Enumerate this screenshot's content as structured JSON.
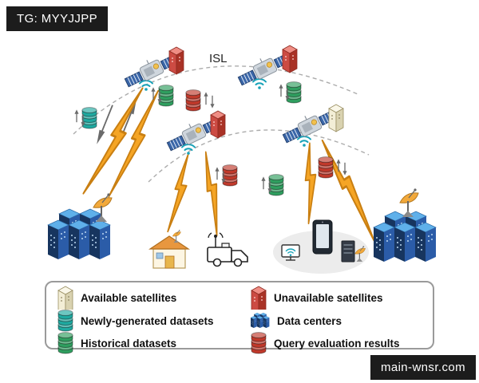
{
  "tags": {
    "top_left": "TG: MYYJJPP",
    "bottom_right": "main-wnsr.com"
  },
  "diagram": {
    "isl_label": "ISL"
  },
  "legend": {
    "items": [
      {
        "icon": "available-satellite-icon",
        "label": "Available satellites"
      },
      {
        "icon": "unavailable-satellite-icon",
        "label": "Unavailable satellites"
      },
      {
        "icon": "newly-generated-datasets-icon",
        "label": "Newly-generated datasets"
      },
      {
        "icon": "data-center-icon",
        "label": "Data centers"
      },
      {
        "icon": "historical-datasets-icon",
        "label": "Historical datasets"
      },
      {
        "icon": "query-results-icon",
        "label": "Query evaluation results"
      }
    ]
  },
  "colors": {
    "bolt_orange": "#f5a525",
    "satellite_panel_blue": "#3a66a8",
    "unavailable_red": "#cc4b43",
    "available_beige": "#f3eed6",
    "newly_generated_teal": "#1fa9a0",
    "historical_green": "#2f9e5f",
    "query_results_red": "#c0392b",
    "data_center_blue": "#2b5ca8",
    "signal_teal": "#17a2b8"
  }
}
